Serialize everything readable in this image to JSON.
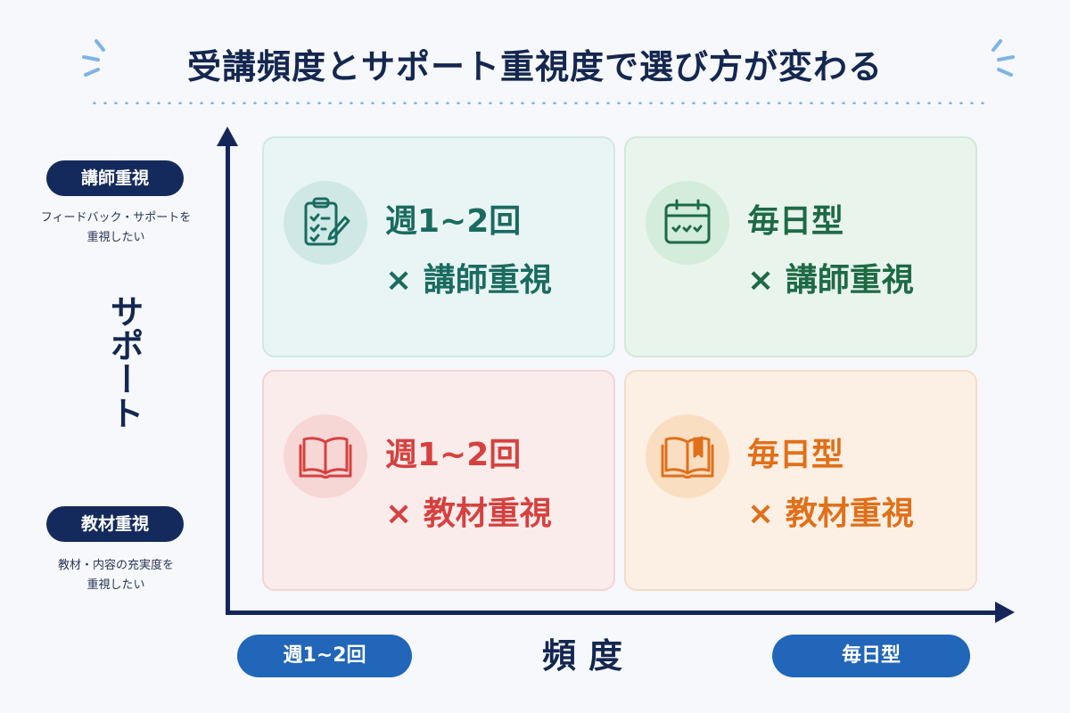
{
  "title": "受講頻度とサポート重視度で選び方が変わる",
  "y_axis": {
    "label": "サポート",
    "top_tag": "講師重視",
    "top_desc_1": "フィードバック・サポートを",
    "top_desc_2": "重視したい",
    "bottom_tag": "教材重視",
    "bottom_desc_1": "教材・内容の充実度を",
    "bottom_desc_2": "重視したい"
  },
  "x_axis": {
    "label": "頻度",
    "left_tag": "週1~2回",
    "right_tag": "毎日型"
  },
  "quadrants": {
    "top_left": {
      "line1": "週1~2回",
      "line2": "× 講師重視",
      "icon": "clipboard-checklist-icon"
    },
    "top_right": {
      "line1": "毎日型",
      "line2": "× 講師重視",
      "icon": "calendar-icon"
    },
    "bottom_left": {
      "line1": "週1~2回",
      "line2": "× 教材重視",
      "icon": "open-book-icon"
    },
    "bottom_right": {
      "line1": "毎日型",
      "line2": "× 教材重視",
      "icon": "bookmarked-book-icon"
    }
  },
  "colors": {
    "navy": "#142a5c",
    "blue": "#2166b8",
    "teal": "#1a6b5f",
    "green": "#1d6a44",
    "red": "#d6413f",
    "orange": "#e0701a"
  }
}
